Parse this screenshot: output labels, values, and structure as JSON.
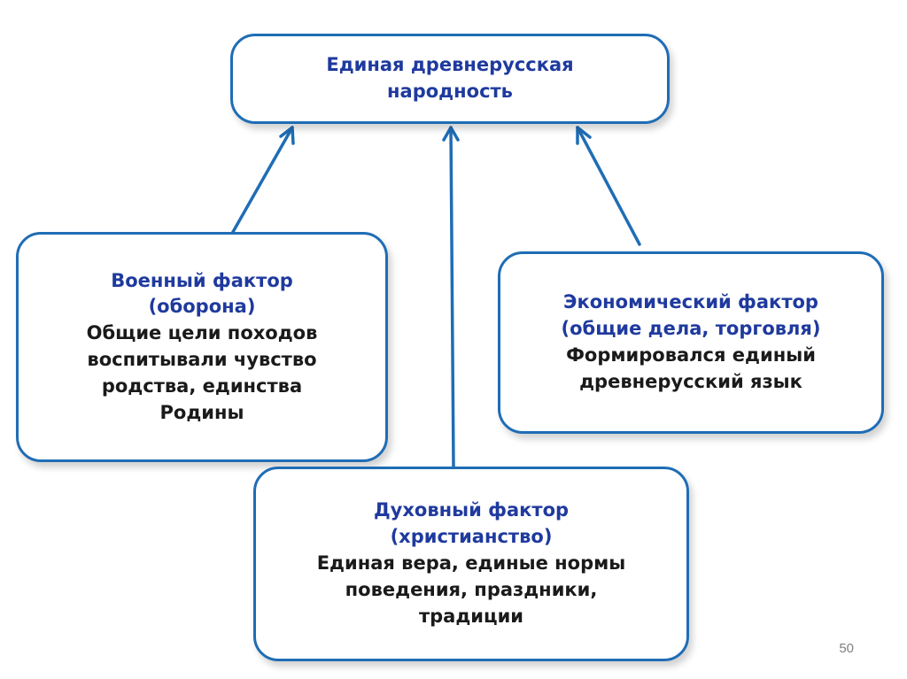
{
  "diagram": {
    "top": {
      "line1": "Единая древнерусская",
      "line2": "народность"
    },
    "military": {
      "title1": "Военный фактор",
      "title2": "(оборона)",
      "body": [
        "Общие цели походов",
        "воспитывали чувство",
        "родства, единства",
        "Родины"
      ]
    },
    "economic": {
      "title1": "Экономический фактор",
      "title2": "(общие дела, торговля)",
      "body": [
        "Формировался единый",
        "древнерусский язык"
      ]
    },
    "spiritual": {
      "title1": "Духовный фактор",
      "title2": "(христианство)",
      "body": [
        "Единая вера, единые нормы",
        "поведения, праздники,",
        "традиции"
      ]
    }
  },
  "colors": {
    "accent": "#1f6db5",
    "title_text": "#1f3a9e",
    "body_text": "#1a1a1a"
  },
  "page_number": "50"
}
